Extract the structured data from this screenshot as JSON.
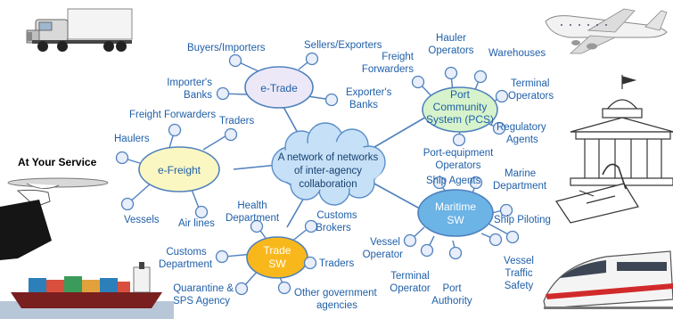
{
  "center": {
    "lines": [
      "A network of networks",
      "of inter-agency",
      "collaboration"
    ]
  },
  "side_label": "At Your Service",
  "hubs": {
    "etrade": "e-Trade",
    "efreight": "e-Freight",
    "pcs": [
      "Port",
      "Community",
      "System (PCS)"
    ],
    "maritime": [
      "Maritime",
      "SW"
    ],
    "trade": [
      "Trade",
      "SW"
    ]
  },
  "labels": {
    "buyers": "Buyers/Importers",
    "sellers": "Sellers/Exporters",
    "importers_banks": [
      "Importer's",
      "Banks"
    ],
    "exporters_banks": [
      "Exporter's",
      "Banks"
    ],
    "freight_fw_left": "Freight Forwarders",
    "traders_top": "Traders",
    "haulers": "Haulers",
    "vessels": "Vessels",
    "airlines": "Air lines",
    "freight_fw_pcs": [
      "Freight",
      "Forwarders"
    ],
    "hauler_ops": [
      "Hauler",
      "Operators"
    ],
    "warehouses": "Warehouses",
    "terminal_ops_pcs": [
      "Terminal",
      "Operators"
    ],
    "regulatory": [
      "Regulatory",
      "Agents"
    ],
    "port_equipment": [
      "Port-equipment",
      "Operators"
    ],
    "ship_agents": "Ship Agents",
    "marine_dept": [
      "Marine",
      "Department"
    ],
    "ship_piloting": "Ship Piloting",
    "vessel_operator": [
      "Vessel",
      "Operator"
    ],
    "terminal_operator": [
      "Terminal",
      "Operator"
    ],
    "port_authority": [
      "Port",
      "Authority"
    ],
    "vtraffic": [
      "Vessel",
      "Traffic",
      "Safety"
    ],
    "health": [
      "Health",
      "Department"
    ],
    "customs_brokers": [
      "Customs",
      "Brokers"
    ],
    "customs_dept": [
      "Customs",
      "Department"
    ],
    "traders_bottom": "Traders",
    "quarantine": [
      "Quarantine &",
      "SPS Agency"
    ],
    "other_gov": [
      "Other  government",
      "agencies"
    ]
  },
  "icons": [
    "truck-icon",
    "airplane-icon",
    "government-building-icon",
    "serving-tray-icon",
    "cargo-ship-icon",
    "bullet-train-icon"
  ],
  "colors": {
    "line": "#4f81bd",
    "node_fill": "#e8eefa",
    "label": "#1f5fa8",
    "cloud": "#c6e0f7",
    "etrade": "#ece8f7",
    "efreight": "#fbf7c2",
    "pcs": "#d6f3cc",
    "maritime": "#6cb3e6",
    "trade": "#f8b81c"
  }
}
